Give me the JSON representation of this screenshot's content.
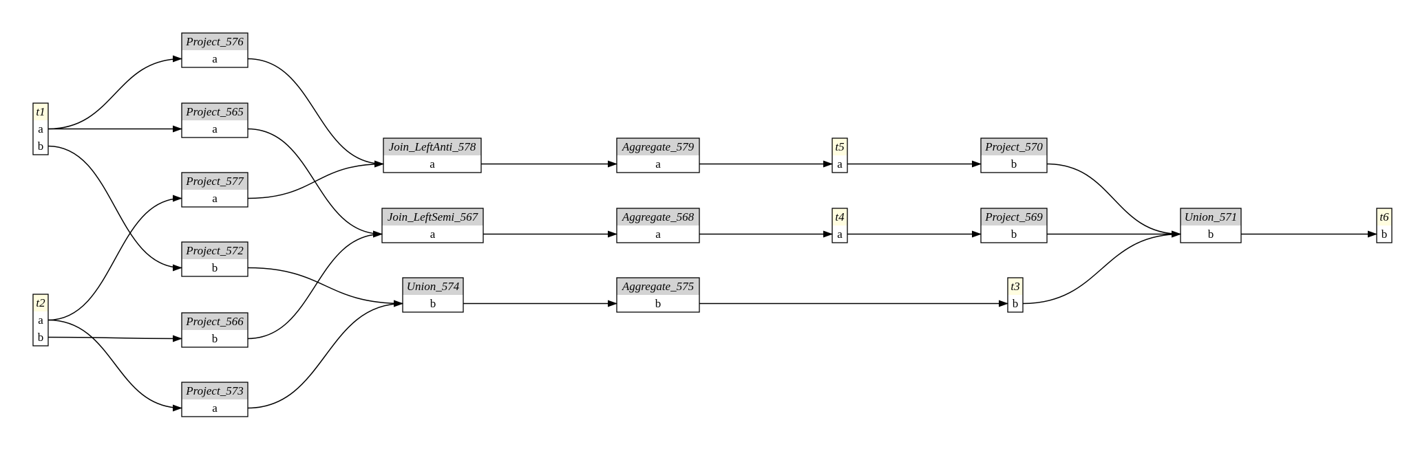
{
  "colors": {
    "table_header": "#fffde0",
    "operator_header": "#d3d3d3",
    "edge": "#000000"
  },
  "nodes": {
    "t1": {
      "kind": "table",
      "title": "t1",
      "fields": [
        "a",
        "b"
      ]
    },
    "t2": {
      "kind": "table",
      "title": "t2",
      "fields": [
        "a",
        "b"
      ]
    },
    "p576": {
      "kind": "operator",
      "title": "Project_576",
      "fields": [
        "a"
      ]
    },
    "p565": {
      "kind": "operator",
      "title": "Project_565",
      "fields": [
        "a"
      ]
    },
    "p577": {
      "kind": "operator",
      "title": "Project_577",
      "fields": [
        "a"
      ]
    },
    "p572": {
      "kind": "operator",
      "title": "Project_572",
      "fields": [
        "b"
      ]
    },
    "p566": {
      "kind": "operator",
      "title": "Project_566",
      "fields": [
        "b"
      ]
    },
    "p573": {
      "kind": "operator",
      "title": "Project_573",
      "fields": [
        "a"
      ]
    },
    "j578": {
      "kind": "operator",
      "title": "Join_LeftAnti_578",
      "fields": [
        "a"
      ]
    },
    "j567": {
      "kind": "operator",
      "title": "Join_LeftSemi_567",
      "fields": [
        "a"
      ]
    },
    "u574": {
      "kind": "operator",
      "title": "Union_574",
      "fields": [
        "b"
      ]
    },
    "a579": {
      "kind": "operator",
      "title": "Aggregate_579",
      "fields": [
        "a"
      ]
    },
    "a568": {
      "kind": "operator",
      "title": "Aggregate_568",
      "fields": [
        "a"
      ]
    },
    "a575": {
      "kind": "operator",
      "title": "Aggregate_575",
      "fields": [
        "b"
      ]
    },
    "t5": {
      "kind": "table",
      "title": "t5",
      "fields": [
        "a"
      ]
    },
    "t4": {
      "kind": "table",
      "title": "t4",
      "fields": [
        "a"
      ]
    },
    "t3": {
      "kind": "table",
      "title": "t3",
      "fields": [
        "b"
      ]
    },
    "p570": {
      "kind": "operator",
      "title": "Project_570",
      "fields": [
        "b"
      ]
    },
    "p569": {
      "kind": "operator",
      "title": "Project_569",
      "fields": [
        "b"
      ]
    },
    "u571": {
      "kind": "operator",
      "title": "Union_571",
      "fields": [
        "b"
      ]
    },
    "t6": {
      "kind": "table",
      "title": "t6",
      "fields": [
        "b"
      ]
    }
  },
  "edges": [
    {
      "from": "t1",
      "from_field": 0,
      "to": "p576"
    },
    {
      "from": "t1",
      "from_field": 0,
      "to": "p565"
    },
    {
      "from": "t1",
      "from_field": 1,
      "to": "p572"
    },
    {
      "from": "t2",
      "from_field": 0,
      "to": "p577"
    },
    {
      "from": "t2",
      "from_field": 1,
      "to": "p566"
    },
    {
      "from": "t2",
      "from_field": 0,
      "to": "p573"
    },
    {
      "from": "p576",
      "from_field": 0,
      "to": "j578"
    },
    {
      "from": "p577",
      "from_field": 0,
      "to": "j578"
    },
    {
      "from": "p565",
      "from_field": 0,
      "to": "j567"
    },
    {
      "from": "p566",
      "from_field": 0,
      "to": "j567"
    },
    {
      "from": "p572",
      "from_field": 0,
      "to": "u574"
    },
    {
      "from": "p573",
      "from_field": 0,
      "to": "u574"
    },
    {
      "from": "j578",
      "from_field": 0,
      "to": "a579"
    },
    {
      "from": "j567",
      "from_field": 0,
      "to": "a568"
    },
    {
      "from": "u574",
      "from_field": 0,
      "to": "a575"
    },
    {
      "from": "a579",
      "from_field": 0,
      "to": "t5"
    },
    {
      "from": "a568",
      "from_field": 0,
      "to": "t4"
    },
    {
      "from": "a575",
      "from_field": 0,
      "to": "t3"
    },
    {
      "from": "t5",
      "from_field": 0,
      "to": "p570"
    },
    {
      "from": "t4",
      "from_field": 0,
      "to": "p569"
    },
    {
      "from": "p570",
      "from_field": 0,
      "to": "u571"
    },
    {
      "from": "p569",
      "from_field": 0,
      "to": "u571"
    },
    {
      "from": "t3",
      "from_field": 0,
      "to": "u571"
    },
    {
      "from": "u571",
      "from_field": 0,
      "to": "t6"
    }
  ]
}
